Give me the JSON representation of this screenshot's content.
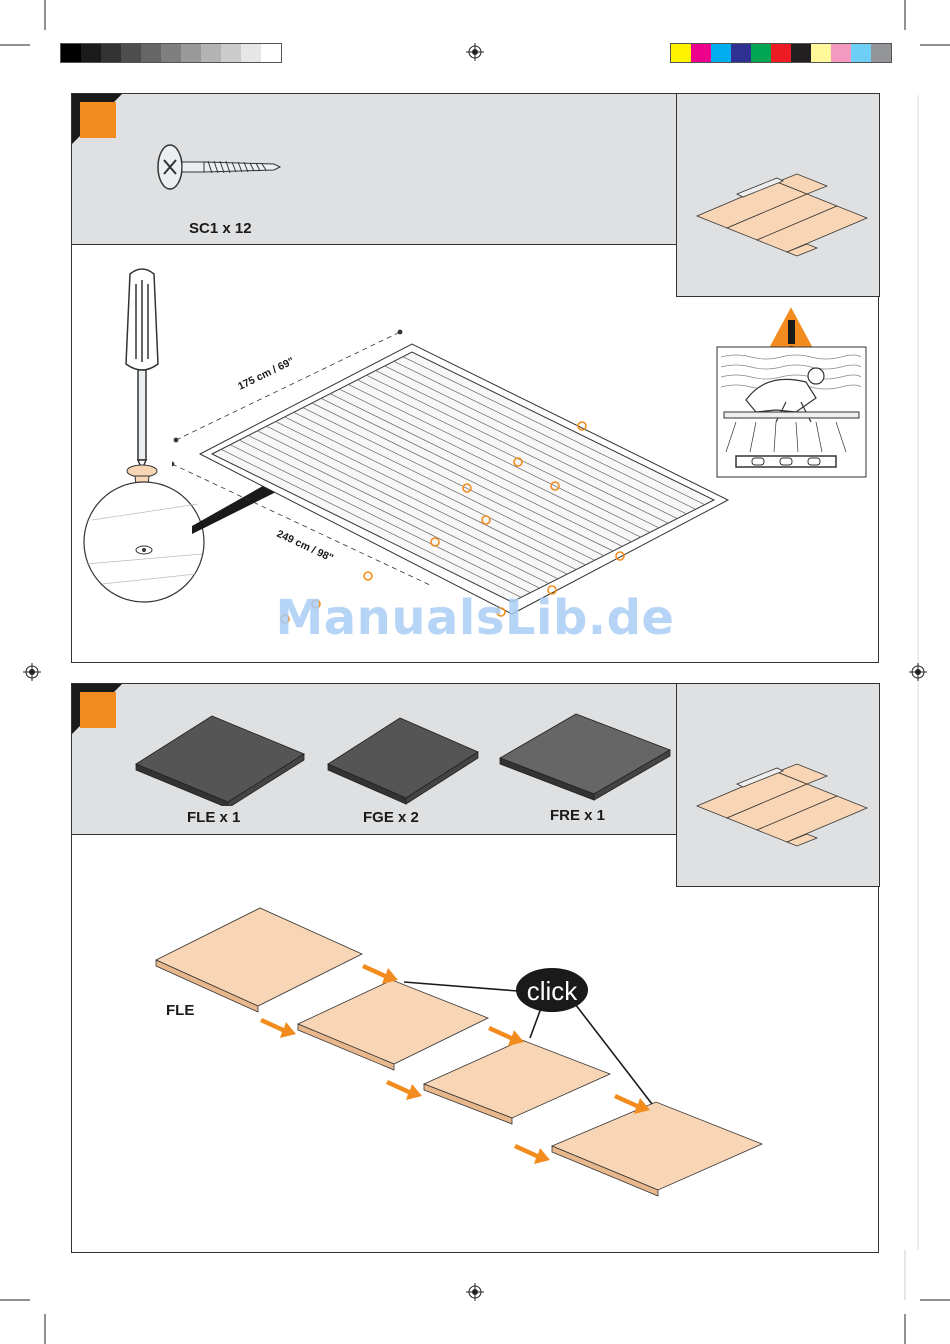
{
  "print_marks": {
    "gray_bar": [
      "#000000",
      "#1a1a1a",
      "#333333",
      "#4d4d4d",
      "#666666",
      "#7f7f7f",
      "#999999",
      "#b3b3b3",
      "#cccccc",
      "#e6e6e6",
      "#ffffff"
    ],
    "color_bar": [
      "#fff200",
      "#ec008c",
      "#00aeef",
      "#2e3192",
      "#00a651",
      "#ed1c24",
      "#231f20",
      "#fff799",
      "#f49ac1",
      "#6dcff6",
      "#939598"
    ]
  },
  "step1": {
    "accent": "#f28c1e",
    "part_label": "SC1 x 12",
    "dim_width": "175 cm / 69\"",
    "dim_length": "249 cm / 98\"",
    "warning_icon": "warning-triangle-icon"
  },
  "step2": {
    "accent": "#f28c1e",
    "parts": [
      {
        "label": "FLE x 1"
      },
      {
        "label": "FGE x 2"
      },
      {
        "label": "FRE x 1"
      }
    ],
    "fle_label": "FLE",
    "click_label": "click"
  },
  "watermark": "ManualsLib.de"
}
